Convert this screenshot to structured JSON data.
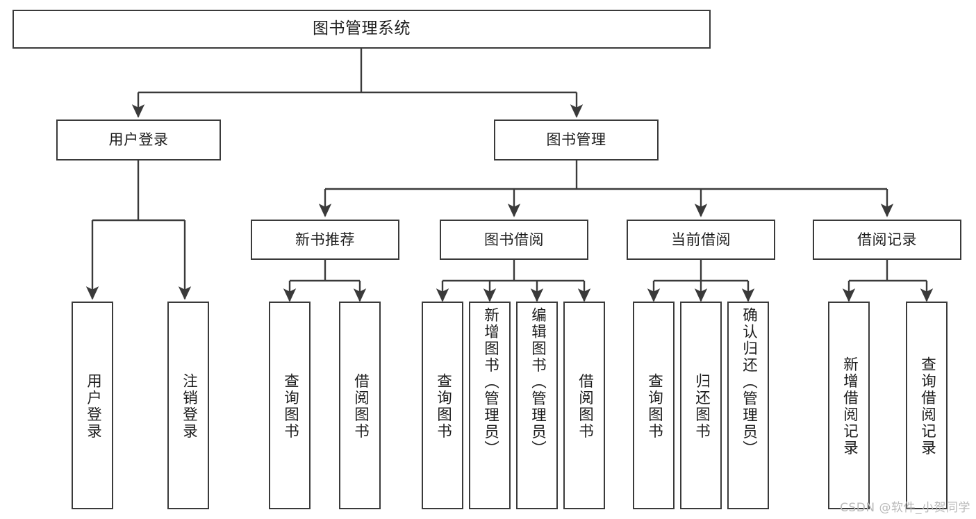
{
  "diagram": {
    "title": "图书管理系统",
    "type": "tree",
    "watermark": "CSDN @软件_小贺同学",
    "colors": {
      "box_border": "#3a3a3a",
      "box_fill": "#ffffff",
      "edge": "#3a3a3a",
      "text": "#1d1d1d",
      "background": "#ffffff",
      "watermark": "#b9b9b9"
    },
    "root": {
      "label": "图书管理系统"
    },
    "branches": [
      {
        "id": "user-login",
        "label": "用户登录",
        "leaves": [
          {
            "id": "leaf-user-login",
            "label": "用户登录"
          },
          {
            "id": "leaf-logout",
            "label": "注销登录"
          }
        ]
      },
      {
        "id": "book-manage",
        "label": "图书管理",
        "subbranches": [
          {
            "id": "new-book-rec",
            "label": "新书推荐",
            "leaves": [
              {
                "id": "leaf-query-book-1",
                "label": "查询图书"
              },
              {
                "id": "leaf-borrow-book-1",
                "label": "借阅图书"
              }
            ]
          },
          {
            "id": "book-borrow",
            "label": "图书借阅",
            "leaves": [
              {
                "id": "leaf-query-book-2",
                "label": "查询图书"
              },
              {
                "id": "leaf-add-book",
                "label": "新增图书（管理员）"
              },
              {
                "id": "leaf-edit-book",
                "label": "编辑图书（管理员）"
              },
              {
                "id": "leaf-borrow-book-2",
                "label": "借阅图书"
              }
            ]
          },
          {
            "id": "current-borrow",
            "label": "当前借阅",
            "leaves": [
              {
                "id": "leaf-query-book-3",
                "label": "查询图书"
              },
              {
                "id": "leaf-return-book",
                "label": "归还图书"
              },
              {
                "id": "leaf-confirm-return",
                "label": "确认归还（管理员）"
              }
            ]
          },
          {
            "id": "borrow-record",
            "label": "借阅记录",
            "leaves": [
              {
                "id": "leaf-add-record",
                "label": "新增借阅记录"
              },
              {
                "id": "leaf-query-record",
                "label": "查询借阅记录"
              }
            ]
          }
        ]
      }
    ]
  }
}
